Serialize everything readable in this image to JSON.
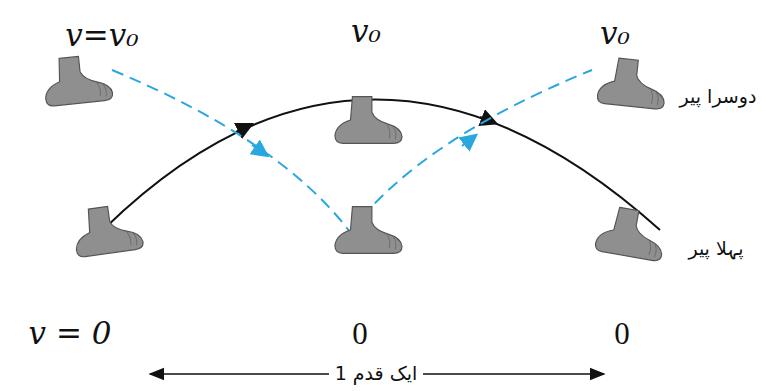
{
  "diagram": {
    "labels": [
      "v=v₀",
      "v₀",
      "v₀",
      "دوسرا پیر",
      "پہلا پیر",
      "v = 0",
      "0",
      "0",
      "ایک قدم 1"
    ]
  }
}
